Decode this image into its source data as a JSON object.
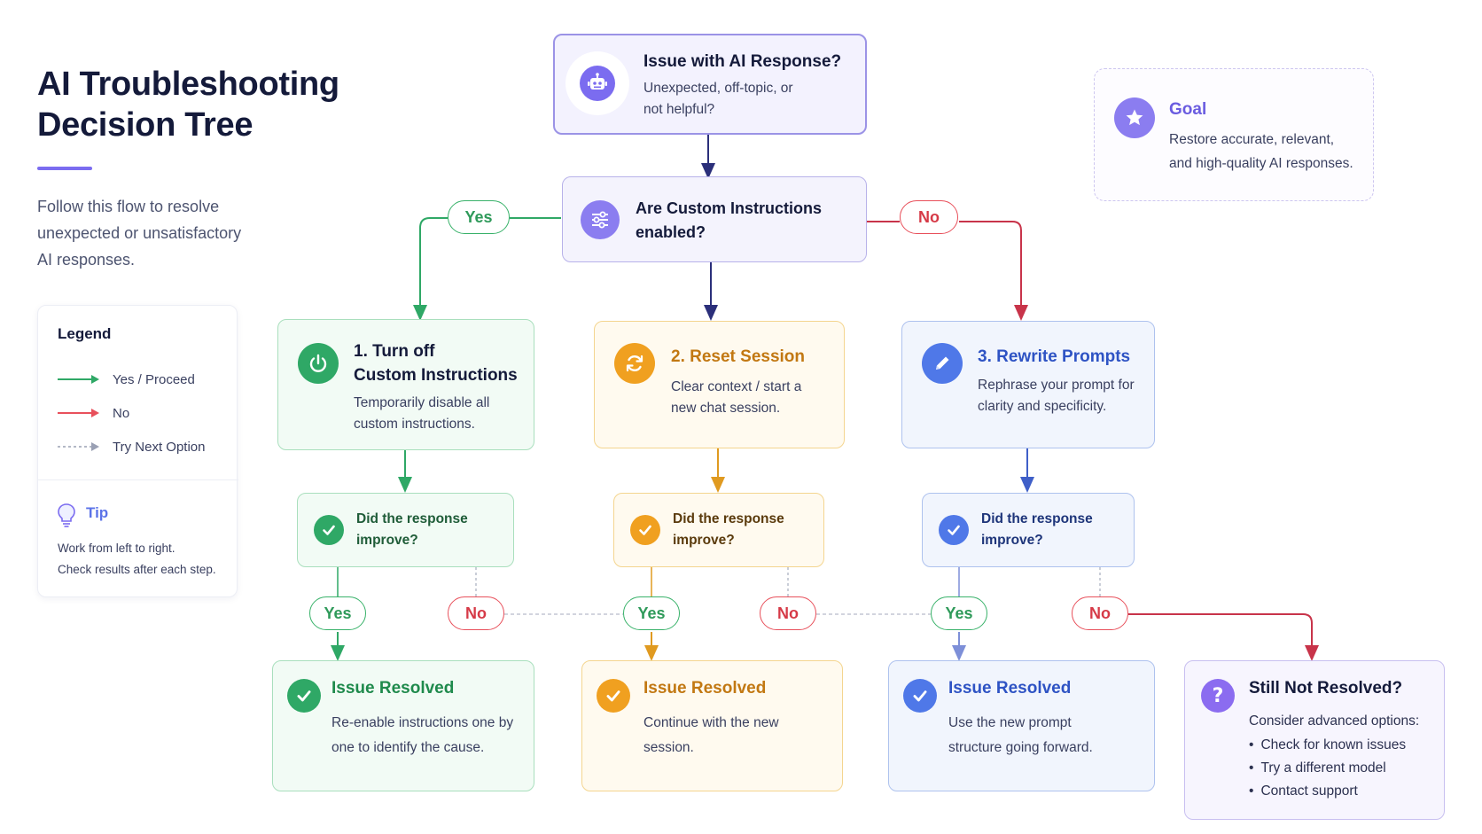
{
  "header": {
    "title_line1": "AI Troubleshooting",
    "title_line2": "Decision Tree",
    "intro_line1": "Follow this flow to resolve",
    "intro_line2": "unexpected or unsatisfactory",
    "intro_line3": "AI responses."
  },
  "legend": {
    "title": "Legend",
    "items": [
      {
        "label": "Yes / Proceed",
        "color": "#2fa866",
        "style": "solid"
      },
      {
        "label": "No",
        "color": "#e8505b",
        "style": "solid"
      },
      {
        "label": "Try Next Option",
        "color": "#9aa0b4",
        "style": "dashed"
      }
    ],
    "tip_title": "Tip",
    "tip_line1": "Work from left to right.",
    "tip_line2": "Check results after each step."
  },
  "start": {
    "title": "Issue with AI Response?",
    "desc_line1": "Unexpected, off-topic, or",
    "desc_line2": "not helpful?",
    "icon": "robot-icon"
  },
  "question": {
    "line1": "Are Custom Instructions",
    "line2": "enabled?",
    "icon": "sliders-icon"
  },
  "goal": {
    "title": "Goal",
    "desc_line1": "Restore accurate, relevant,",
    "desc_line2": "and high-quality AI responses.",
    "icon": "star-icon"
  },
  "branch_labels": {
    "yes": "Yes",
    "no": "No"
  },
  "steps": [
    {
      "title_line1": "1. Turn off",
      "title_line2": "Custom Instructions",
      "desc_line1": "Temporarily disable all",
      "desc_line2": "custom instructions.",
      "icon": "power-icon",
      "color": "#2fa866",
      "check_line1": "Did the response",
      "check_line2": "improve?",
      "resolved_title": "Issue Resolved",
      "resolved_line1": "Re-enable instructions one by",
      "resolved_line2": "one to identify the cause."
    },
    {
      "title_line1": "2. Reset Session",
      "desc_line1": "Clear context / start a",
      "desc_line2": "new chat session.",
      "icon": "refresh-icon",
      "color": "#f0a020",
      "check_line1": "Did the response",
      "check_line2": "improve?",
      "resolved_title": "Issue Resolved",
      "resolved_line1": "Continue with the new",
      "resolved_line2": "session."
    },
    {
      "title_line1": "3. Rewrite Prompts",
      "desc_line1": "Rephrase your prompt for",
      "desc_line2": "clarity and specificity.",
      "icon": "pencil-icon",
      "color": "#4f78e8",
      "check_line1": "Did the response",
      "check_line2": "improve?",
      "resolved_title": "Issue Resolved",
      "resolved_line1": "Use the new prompt",
      "resolved_line2": "structure going forward."
    }
  ],
  "final": {
    "title": "Still Not Resolved?",
    "intro": "Consider advanced options:",
    "options": [
      "Check for known issues",
      "Try a different model",
      "Contact support"
    ],
    "icon": "question-icon"
  },
  "colors": {
    "purple": "#7b6cf0",
    "green": "#2fa866",
    "orange": "#f0a020",
    "blue": "#4f78e8",
    "red": "#e8505b",
    "navy": "#2b2f7a"
  }
}
